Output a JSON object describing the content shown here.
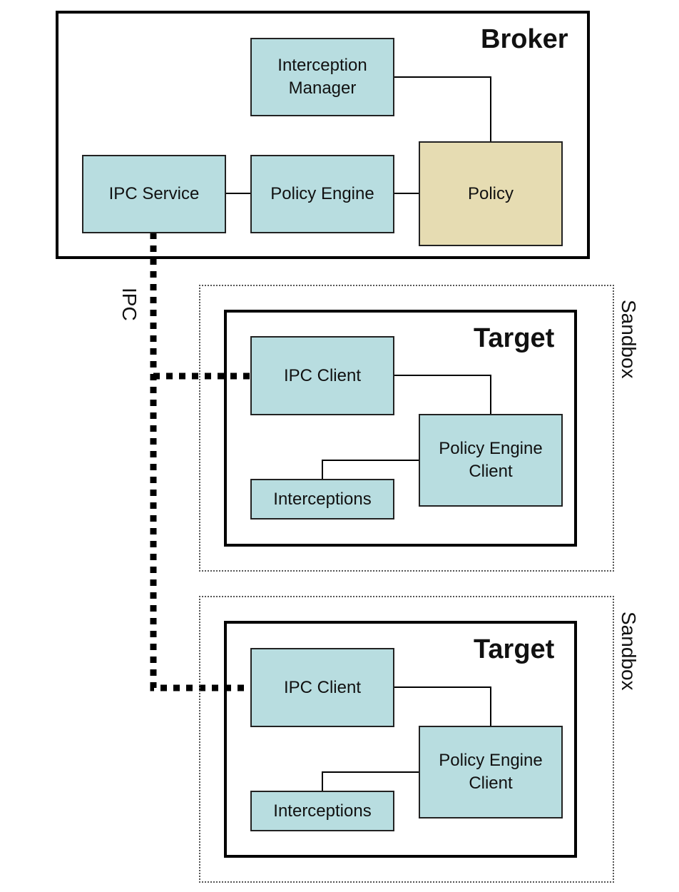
{
  "broker": {
    "title": "Broker",
    "interception_manager": "Interception\nManager",
    "ipc_service": "IPC Service",
    "policy_engine": "Policy Engine",
    "policy": "Policy"
  },
  "ipc_label": "IPC",
  "sandboxes": [
    {
      "label": "Sandbox",
      "target_title": "Target",
      "ipc_client": "IPC Client",
      "policy_engine_client": "Policy Engine\nClient",
      "interceptions": "Interceptions"
    },
    {
      "label": "Sandbox",
      "target_title": "Target",
      "ipc_client": "IPC Client",
      "policy_engine_client": "Policy Engine\nClient",
      "interceptions": "Interceptions"
    }
  ],
  "colors": {
    "component_fill": "#b8dde0",
    "policy_fill": "#e6dcb2",
    "frame_border": "#000000"
  }
}
